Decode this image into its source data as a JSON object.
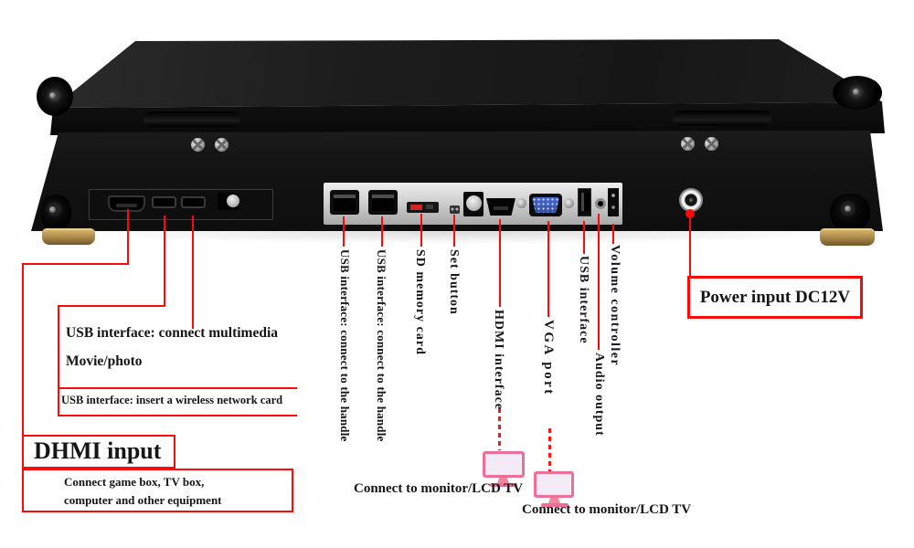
{
  "annotations": {
    "left_port_labels": {
      "multimedia_line1": "USB interface: connect multimedia",
      "multimedia_line2": "Movie/photo",
      "wireless": "USB interface: insert a wireless network card",
      "dhmi_title": "DHMI input",
      "dhmi_desc_line1": "Connect game box, TV box,",
      "dhmi_desc_line2": "computer and other equipment"
    },
    "rear_panel_labels": [
      {
        "label": "USB interface: connect to the handle"
      },
      {
        "label": "USB interface: connect to the handle"
      },
      {
        "label": "SD memory card"
      },
      {
        "label": "Set button"
      },
      {
        "label": "HDMI interface"
      },
      {
        "label": "VGA port"
      },
      {
        "label": "USB interface"
      },
      {
        "label": "Audio output"
      },
      {
        "label": "Volume controller"
      }
    ],
    "power_label": "Power input DC12V",
    "monitor_captions": [
      {
        "caption": "Connect to monitor/LCD TV"
      },
      {
        "caption": "Connect to monitor/LCD TV"
      }
    ]
  },
  "icons": {
    "monitor_icon": "pink LCD TV/monitor css shape",
    "screw_icon": "silver phillips screw",
    "power_jack_icon": "DC barrel jack rings"
  },
  "colors": {
    "annotation_red": "#fb0a0a",
    "monitor_pink": "#ee6f96",
    "monitor_screen_fill": "#f3ecf7",
    "vga_blue": "#3b5bbf",
    "panel_silver": "#c9c9c9",
    "foot_brass": "#a58347",
    "device_black": "#131313",
    "text_black": "#151515",
    "background": "#ffffff"
  }
}
